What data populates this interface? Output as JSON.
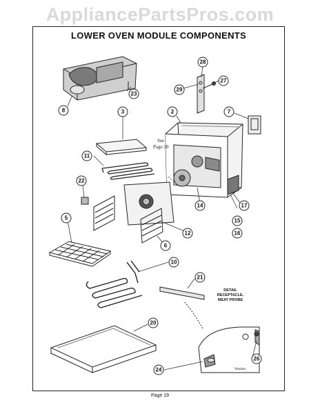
{
  "watermark": "AppliancePartsPros.com",
  "title": "LOWER OVEN MODULE COMPONENTS",
  "see_note": [
    "See",
    "Page 20"
  ],
  "detail_label": [
    "DETAIL",
    "RECEPTACLE,",
    "MEAT PROBE"
  ],
  "washer_label": "Washer",
  "footer": "Page 19",
  "callouts": [
    "28",
    "27",
    "29",
    "23",
    "8",
    "2",
    "7",
    "3",
    "11",
    "22",
    "14",
    "17",
    "15",
    "16",
    "5",
    "12",
    "6",
    "10",
    "21",
    "20",
    "26",
    "24"
  ]
}
